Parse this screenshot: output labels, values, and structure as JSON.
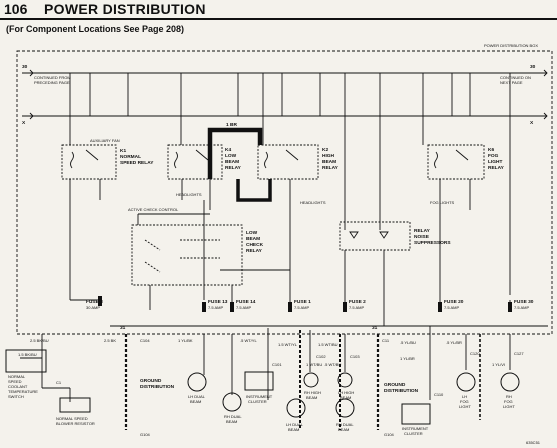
{
  "header": {
    "page_number": "106",
    "title": "POWER DISTRIBUTION"
  },
  "subtitle": "(For Component Locations See Page 208)",
  "diagram": {
    "box_label": "POWER DISTRIBUTION BOX",
    "bus_30": "30",
    "bus_31": "31",
    "continued_left": [
      "CONTINUED FROM",
      "PRECEDING PAGE"
    ],
    "continued_right": [
      "CONTINUED ON",
      "NEXT PAGE"
    ],
    "x_label": "X",
    "auxiliary_fan": "AUXILIARY FAN",
    "relays": {
      "k1": [
        "K1",
        "NORMAL",
        "SPEED RELAY"
      ],
      "k4": [
        "K4",
        "LOW",
        "BEAM",
        "RELAY"
      ],
      "k2": [
        "K2",
        "HIGH",
        "BEAM",
        "RELAY"
      ],
      "k6": [
        "K6",
        "FOG",
        "LIGHT",
        "RELAY"
      ]
    },
    "wire_1br": "1 BR",
    "headlights_1": "HEADLIGHTS",
    "headlights_2": "HEADLIGHTS",
    "fog_lights": "FOG LIGHTS",
    "active_check": "ACTIVE CHECK CONTROL",
    "check_relay": [
      "LOW",
      "BEAM",
      "CHECK",
      "RELAY"
    ],
    "noise_suppressors": [
      "RELAY",
      "NOISE",
      "SUPPRESSORS"
    ],
    "fuses": [
      {
        "name": "FUSE 3",
        "amp": "30 AMP"
      },
      {
        "name": "FUSE 13",
        "amp": "7.5 AMP"
      },
      {
        "name": "FUSE 14",
        "amp": "7.5 AMP"
      },
      {
        "name": "FUSE 1",
        "amp": "7.5 AMP"
      },
      {
        "name": "FUSE 2",
        "amp": "7.5 AMP"
      },
      {
        "name": "FUSE 20",
        "amp": "7.5 AMP"
      },
      {
        "name": "FUSE 30",
        "amp": "7.5 AMP"
      }
    ],
    "connectors": {
      "c104": "C104",
      "c1": "C1",
      "c101": "C101",
      "c102": "C102",
      "c103": "C103",
      "c11": "C11",
      "c120": "C120",
      "c127": "C127",
      "c110": "C110"
    },
    "wires": {
      "w25bkbu": "2.5 BK/BU",
      "w15bkbu": "1.5 BK/BU",
      "w25bk": "2.5 BK",
      "w1ylbk": "1 YL/BK",
      "w5wtyl": ".5 WT/YL",
      "w15wtyl": "1.5 WT/YL",
      "w1wtbu": "1 WT/BU",
      "w15wtbu": "1.5 WT/BU",
      "w5wtbu": ".5 WT/BU",
      "w5ylbu": ".5 YL/BU",
      "w5ylbr": ".5 YL/BR",
      "w1ylbr": "1 YL/BR",
      "w1ylvi": "1 YL/VI"
    },
    "ground_dist": [
      "GROUND",
      "DISTRIBUTION"
    ],
    "ground_dist2": [
      "GROUND",
      "DISTRIBUTION"
    ],
    "g104": "G104",
    "g104b": "G104",
    "temp_switch": [
      "NORMAL",
      "SPEED",
      "COOLANT",
      "TEMPERATURE",
      "SWITCH"
    ],
    "blower_resistor": [
      "NORMAL SPEED",
      "BLOWER RESISTOR"
    ],
    "lh_dual_beam": [
      "LH DUAL",
      "BEAM"
    ],
    "rh_dual_beam": [
      "RH DUAL",
      "BEAM"
    ],
    "instrument_cluster": [
      "INSTRUMENT",
      "CLUSTER"
    ],
    "instrument_cluster2": [
      "INSTRUMENT",
      "CLUSTER"
    ],
    "rh_high_beam": [
      "RH HIGH",
      "BEAM"
    ],
    "lh_high_beam": [
      "LH HIGH",
      "BEAM"
    ],
    "lh_dual_beam2": [
      "LH DUAL",
      "BEAM"
    ],
    "rh_dual_beam2": [
      "RH DUAL",
      "BEAM"
    ],
    "lh_fog": [
      "LH",
      "FOG",
      "LIGHT"
    ],
    "rh_fog": [
      "RH",
      "FOG",
      "LIGHT"
    ],
    "page_code": "635C51"
  }
}
